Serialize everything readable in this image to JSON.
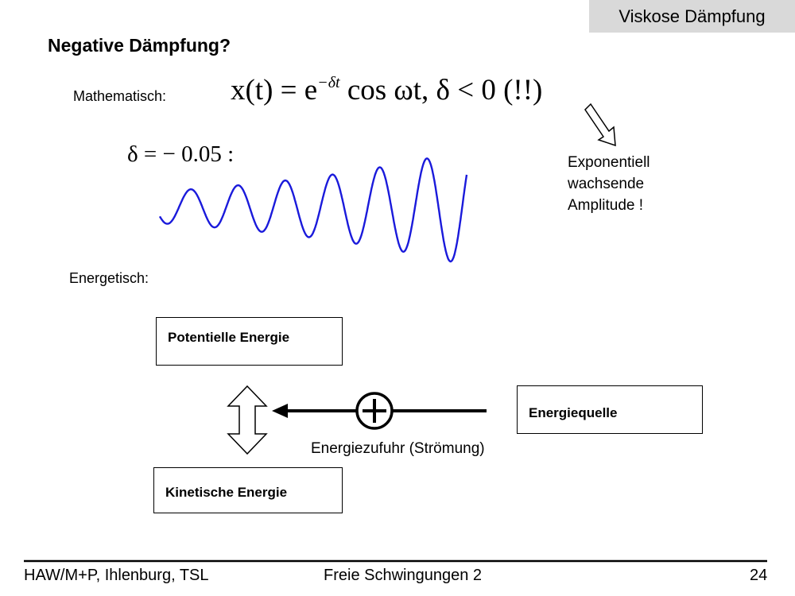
{
  "section_tag": "Viskose Dämpfung",
  "title": "Negative Dämpfung?",
  "math_label": "Mathematisch:",
  "formula": {
    "lhs": "x(t) = e",
    "exponent": "−δt",
    "rhs": " cos ωt,    δ < 0 (!!)"
  },
  "delta_value": "δ = − 0.05 :",
  "amplitude_note": [
    "Exponentiell",
    "wachsende",
    "Amplitude !"
  ],
  "energy_label": "Energetisch:",
  "boxes": {
    "potential": "Potentielle Energie",
    "kinetic": "Kinetische Energie",
    "source": "Energiequelle"
  },
  "flow_label": "Energiezufuhr (Strömung)",
  "footer": {
    "left": "HAW/M+P, Ihlenburg, TSL",
    "center": "Freie Schwingungen 2",
    "page": "24"
  },
  "colors": {
    "wave": "#1a1adb",
    "tag_bg": "#d9d9d9"
  },
  "wave": {
    "delta": -0.05,
    "growth_factor_per_cycle": 1.22,
    "visible_cycles": 6.5
  }
}
